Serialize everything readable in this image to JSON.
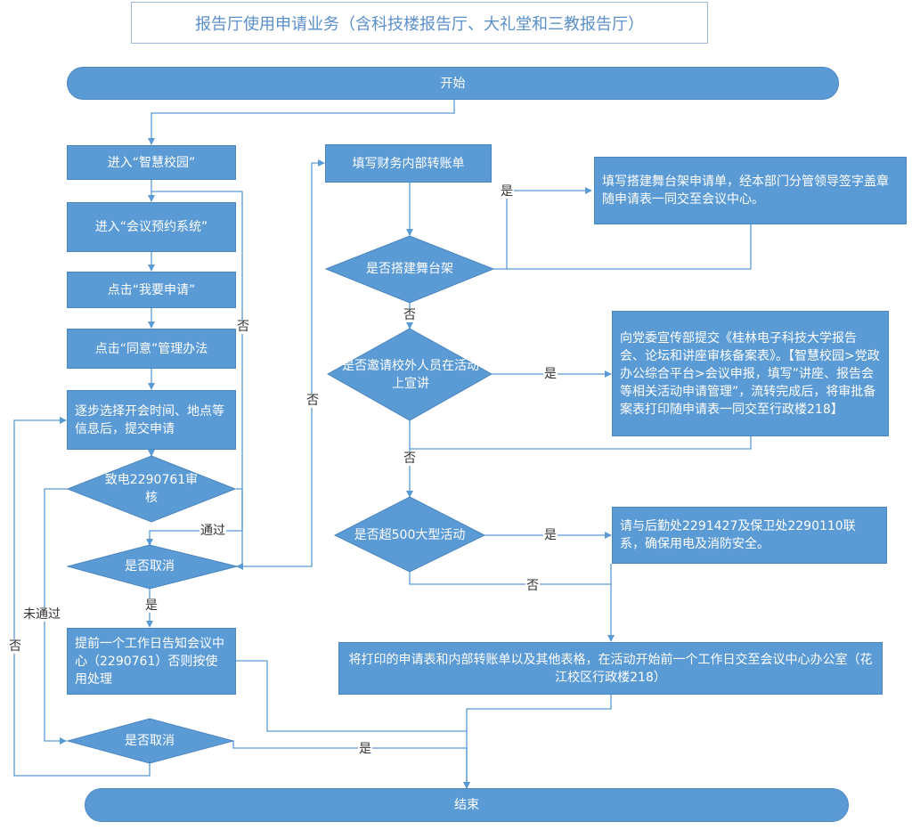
{
  "title": "报告厅使用申请业务（含科技楼报告厅、大礼堂和三教报告厅）",
  "nodes": {
    "start": "开始",
    "end": "结束",
    "enter_campus": "进入“智慧校园”",
    "enter_meeting_system": "进入“会议预约系统”",
    "click_apply": "点击“我要申请”",
    "click_agree": "点击“同意”管理办法",
    "select_info": "逐步选择开会时间、地点等信息后，提交申请",
    "call_review": "致电2290761审核",
    "cancel_q1": "是否取消",
    "notify_cancel": "提前一个工作日告知会议中心（2290761）否则按使用处理",
    "cancel_q2": "是否取消",
    "fill_transfer": "填写财务内部转账单",
    "stage_q": "是否搭建舞台架",
    "stage_form": "填写搭建舞台架申请单，经本部门分管领导签字盖章随申请表一同交至会议中心。",
    "invite_q": "是否邀请校外人员在活动上宣讲",
    "propaganda": "向党委宣传部提交《桂林电子科技大学报告会、论坛和讲座审核备案表》。【智慧校园>党政办公综合平台>会议申报，填写”讲座、报告会等相关活动申请管理”，流转完成后，将审批备案表打印随申请表一同交至行政楼218】",
    "big_event_q": "是否超500大型活动",
    "contact_security": "请与后勤处2291427及保卫处2290110联系，确保用电及消防安全。",
    "submit_docs": "将打印的申请表和内部转账单以及其他表格，在活动开始前一个工作日交至会议中心办公室（花江校区行政楼218）"
  },
  "edge_labels": {
    "no_1": "否",
    "pass": "通过",
    "not_pass": "未通过",
    "no_2": "否",
    "yes_1": "是",
    "no_3": "否",
    "yes_2": "是",
    "no_4": "否",
    "yes_3": "是",
    "no_5": "否",
    "yes_4": "是",
    "no_6": "否",
    "yes_5": "是"
  },
  "colors": {
    "node_fill": "#5b9bd5",
    "node_border": "#4a86c0",
    "connector": "#5b9bd5",
    "title_text": "#5a8fc9"
  }
}
